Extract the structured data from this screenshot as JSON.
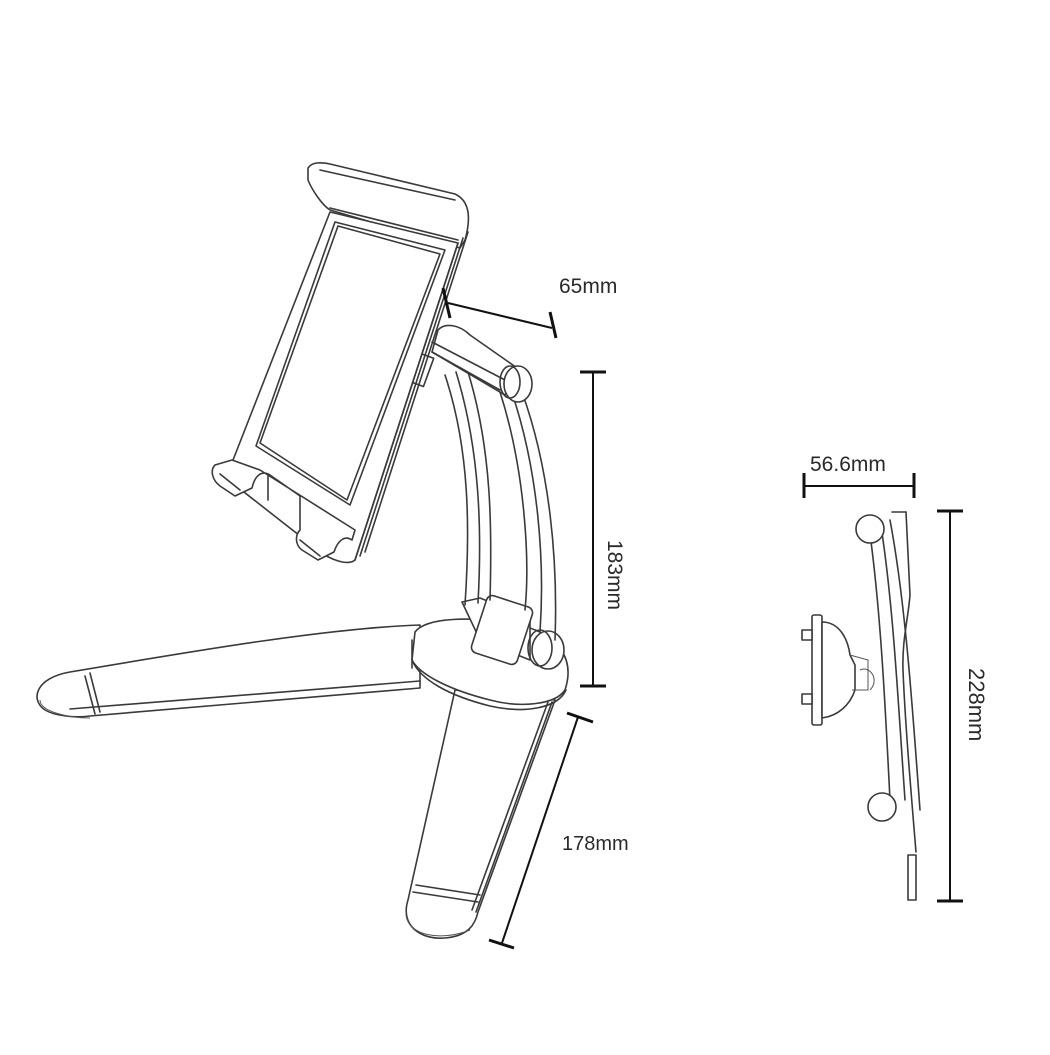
{
  "diagram": {
    "type": "product-dimension-drawing",
    "subject": "tablet wall/desk stand",
    "views": [
      {
        "name": "perspective-view"
      },
      {
        "name": "side-view"
      }
    ],
    "dimensions": {
      "clamp_depth": "65mm",
      "arm_height": "183mm",
      "leg_length": "178mm",
      "side_width": "56.6mm",
      "side_height": "228mm"
    },
    "colors": {
      "line": "#3a3a3a",
      "dimension_line": "#111111",
      "background": "#ffffff"
    }
  }
}
